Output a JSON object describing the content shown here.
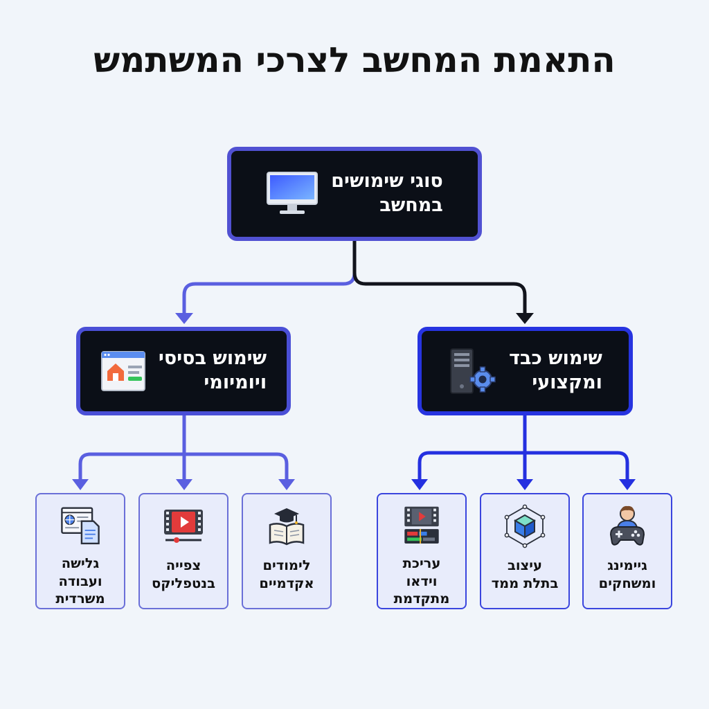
{
  "title": "התאמת המחשב לצרכי המשתמש",
  "root": {
    "line1": "סוגי שימושים",
    "line2": "במחשב",
    "icon": "monitor-icon"
  },
  "basic": {
    "line1": "שימוש בסיסי",
    "line2": "ויומיומי",
    "icon": "web-page-icon",
    "color": "#4a4fd6",
    "leaves": [
      {
        "line1": "לימודים",
        "line2": "אקדמיים",
        "icon": "graduation-book-icon"
      },
      {
        "line1": "צפייה",
        "line2": "בנטפליקס",
        "icon": "video-player-icon"
      },
      {
        "line1": "גלישה",
        "line2": "ועבודה",
        "line3": "משרדית",
        "icon": "browser-document-icon"
      }
    ]
  },
  "heavy": {
    "line1": "שימוש כבד",
    "line2": "ומקצועי",
    "icon": "server-gear-icon",
    "color": "#2734e0",
    "leaves": [
      {
        "line1": "גיימינג",
        "line2": "ומשחקים",
        "icon": "gamer-controller-icon"
      },
      {
        "line1": "עיצוב",
        "line2": "בתלת ממד",
        "icon": "3d-cube-icon"
      },
      {
        "line1": "עריכת",
        "line2": "וידאו",
        "line3": "מתקדמת",
        "icon": "video-editing-icon"
      }
    ]
  }
}
